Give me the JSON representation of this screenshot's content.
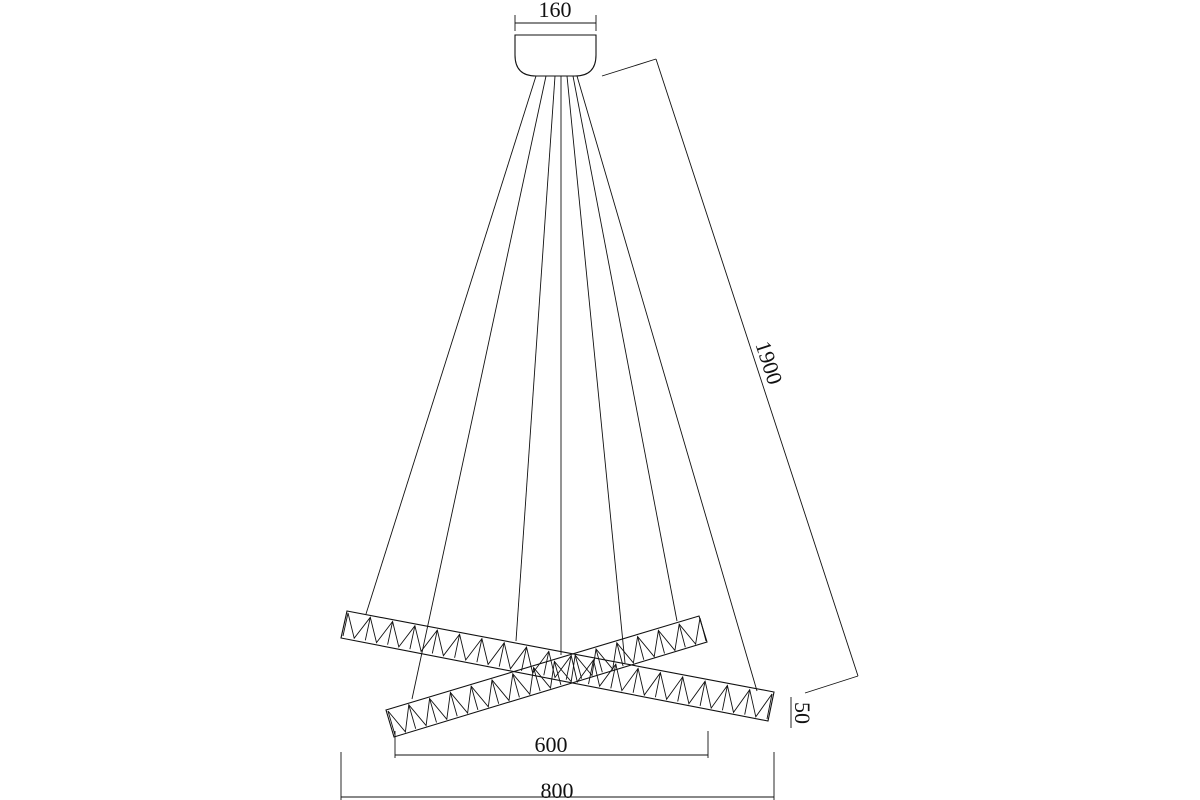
{
  "dimensions": {
    "canopy_width": "160",
    "drop_height": "1900",
    "inner_ring_diameter": "600",
    "outer_ring_diameter": "800",
    "ring_thickness": "50"
  },
  "colors": {
    "line": "#111111",
    "background": "#ffffff"
  }
}
